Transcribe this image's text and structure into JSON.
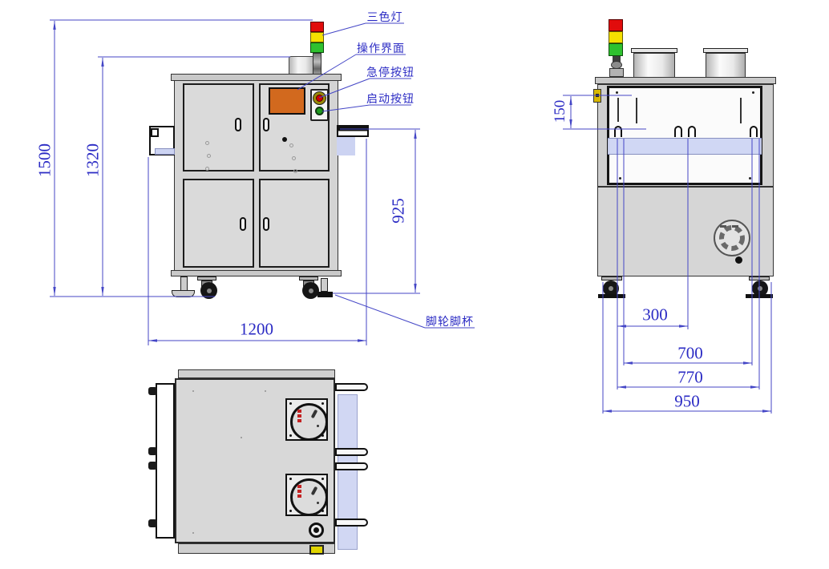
{
  "drawing_labels": {
    "tower_light": "三色灯",
    "hmi_screen": "操作界面",
    "estop_button": "急停按钮",
    "start_button": "启动按钮",
    "caster_foot": "脚轮脚杯"
  },
  "dimensions_front": {
    "overall_height": "1500",
    "frame_height": "1320",
    "conveyor_height": "925",
    "overall_width": "1200"
  },
  "dimensions_side": {
    "opening_height": "150",
    "inner_span": "300",
    "rail_span": "700",
    "frame_span": "770",
    "overall_depth": "950"
  },
  "colors": {
    "annotation": "#2b2bc4",
    "tower_red": "#e10c0c",
    "tower_yellow": "#f5e000",
    "tower_green": "#2fc12f",
    "hmi_orange": "#d2691e",
    "estop_red": "#d40000",
    "start_green": "#1f9a1f",
    "conveyor_tint": "#ccd3f2",
    "connector_yellow": "#e0d400"
  }
}
